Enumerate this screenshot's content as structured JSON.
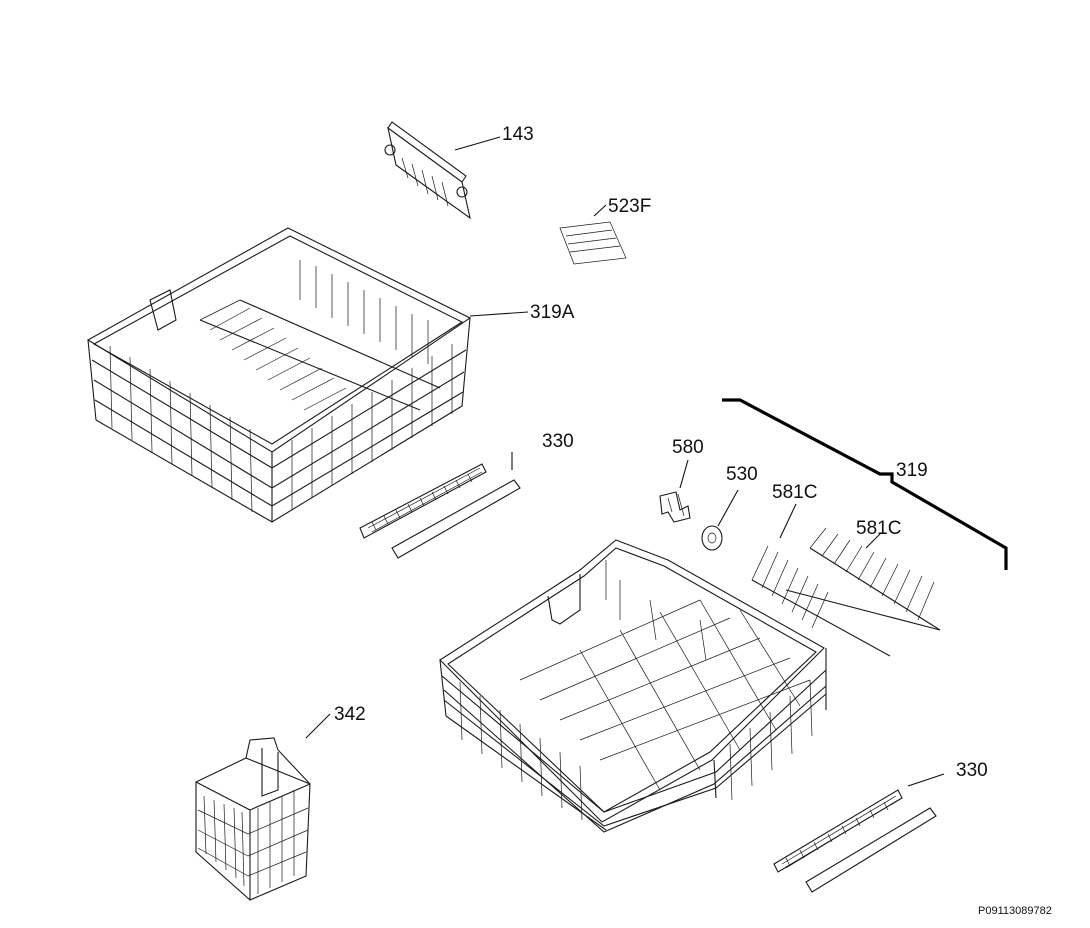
{
  "labels": {
    "p143": "143",
    "p523f": "523F",
    "p319a": "319A",
    "p330_top": "330",
    "p580": "580",
    "p530": "530",
    "p581c_left": "581C",
    "p581c_right": "581C",
    "p319": "319",
    "p342": "342",
    "p330_bottom": "330"
  },
  "drawing_code": "P09113089782"
}
